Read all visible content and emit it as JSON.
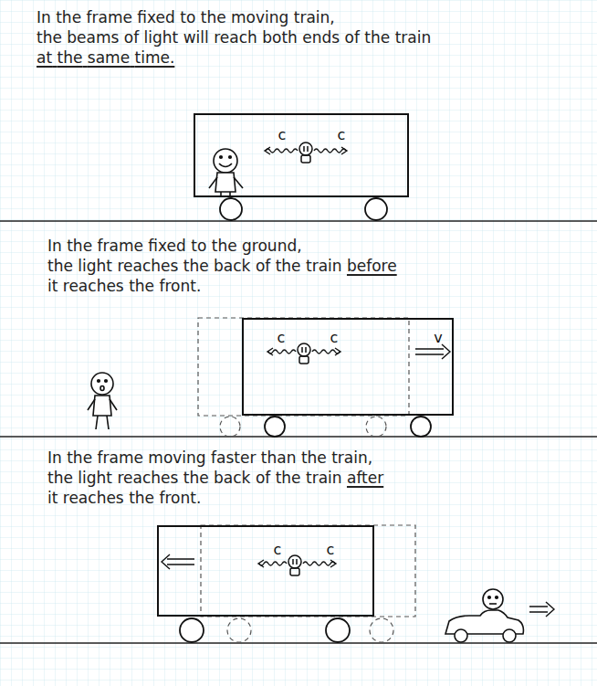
{
  "diagram": {
    "nodes": [
      {
        "text": [
          "c",
          "c"
        ]
      },
      {
        "text": [
          "c",
          "c",
          "v"
        ]
      },
      {
        "text": [
          "c",
          "c"
        ]
      }
    ],
    "labels": [
      "In the frame fixed to the moving train, the beams of light will reach both ends of the train at the same time.",
      "In the frame fixed to the ground, the light reaches the back of the train before it reaches the front.",
      "In the frame moving faster than the train, the light reaches the back of the train after it reaches the front."
    ]
  }
}
